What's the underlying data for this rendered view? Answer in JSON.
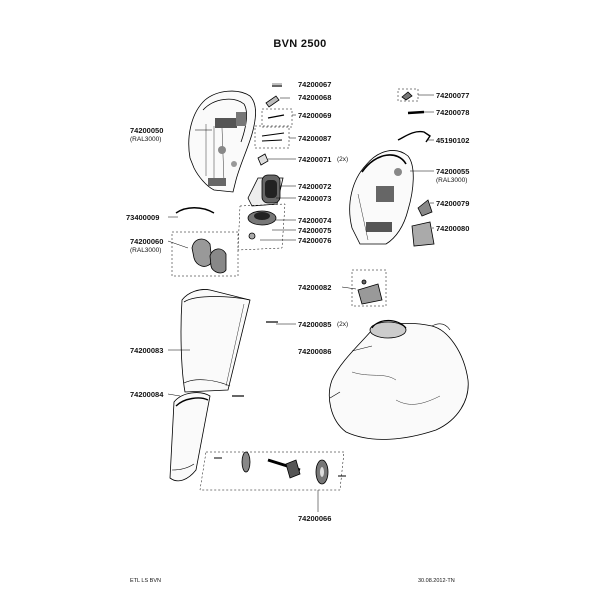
{
  "title": "BVN 2500",
  "parts": {
    "p50": {
      "number": "74200050",
      "note": "(RAL3000)"
    },
    "p67": {
      "number": "74200067"
    },
    "p68": {
      "number": "74200068"
    },
    "p69": {
      "number": "74200069"
    },
    "p87": {
      "number": "74200087"
    },
    "p71": {
      "number": "74200071",
      "qty": "(2x)"
    },
    "p72": {
      "number": "74200072"
    },
    "p73": {
      "number": "74200073"
    },
    "p74": {
      "number": "74200074"
    },
    "p75": {
      "number": "74200075"
    },
    "p76": {
      "number": "74200076"
    },
    "p09": {
      "number": "73400009"
    },
    "p60": {
      "number": "74200060",
      "note": "(RAL3000)"
    },
    "p77": {
      "number": "74200077"
    },
    "p78": {
      "number": "74200078"
    },
    "p102": {
      "number": "45190102"
    },
    "p55": {
      "number": "74200055",
      "note": "(RAL3000)"
    },
    "p79": {
      "number": "74200079"
    },
    "p80": {
      "number": "74200080"
    },
    "p82": {
      "number": "74200082"
    },
    "p85": {
      "number": "74200085",
      "qty": "(2x)"
    },
    "p83": {
      "number": "74200083"
    },
    "p86": {
      "number": "74200086"
    },
    "p84": {
      "number": "74200084"
    },
    "p66": {
      "number": "74200066"
    }
  },
  "footer": {
    "left": "ETL LS BVN",
    "right": "30.08.2012-TN"
  }
}
